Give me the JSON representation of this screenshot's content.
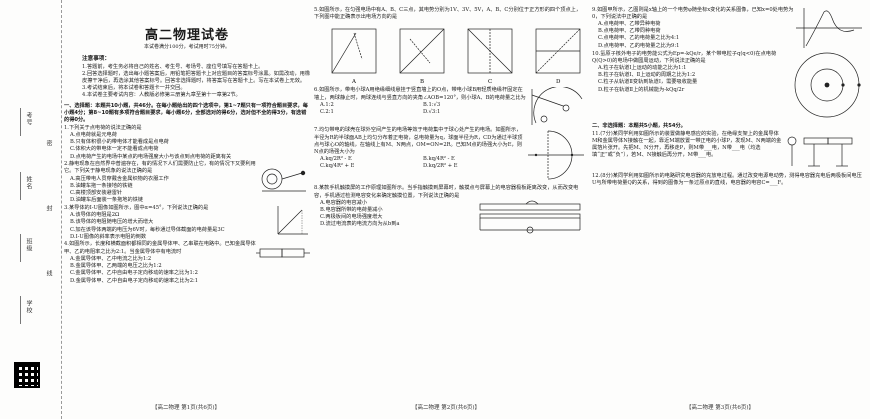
{
  "binding": {
    "labels": [
      "考号",
      "姓名",
      "班级",
      "学校"
    ],
    "marks": [
      "密",
      "封",
      "线"
    ]
  },
  "col1": {
    "title": "高二物理试卷",
    "subtitle": "本试卷满分100分，考试用时75分钟。",
    "notes_head": "注意事项：",
    "notes": [
      "1.答题前，考生务必将自己的姓名、考生号、考场号、座位号填写在答题卡上。",
      "2.回答选择题时，选出每小题答案后，用铅笔把答题卡上对应题目的答案标号涂黑。如需改动，用橡皮擦干净后，再选涂其他答案标号。回答非选择题时，将答案写在答题卡上。写在本试卷上无效。",
      "3.考试结束后，将本试卷和答题卡一并交回。",
      "4.本试卷主要考试内容：人教版必修第三册第九章至第十一章第2节。"
    ],
    "sec1": "一、选择题：本题共10小题，共46分。在每小题给出的四个选项中，第1~7题只有一项符合题目要求，每小题4分；第8~10题有多项符合题目要求，每小题6分，全部选对的得6分，选对但不全的得3分，有选错的得0分。",
    "q1": "1.下列关于点电荷的说法正确的是",
    "q1_opts": [
      "A.点电荷就是元电荷",
      "B.只有体积很小的带电体才能看成是点电荷",
      "C.体积大的带电体一定不能看成点电荷",
      "D.点电荷产生的电场中某点的电场强度大小与该点到点电荷的距离有关"
    ],
    "q2": "2.静电现象在自然界中普遍存在，有的情况下人们需要防止它，有的情况下又要利用它。下列关于静电现象的说法正确的是",
    "q2_opts": [
      "A.高压带电人员穿戴含金属织物的衣服工作",
      "B.油罐车拖一条接地的铁链",
      "C.高楼顶部安装避雷针",
      "D.油罐车后面装一条拖地的铁链"
    ],
    "q3": "3.某导体的I-U图像如图所示，图中α=45°，下列说法正确的是",
    "q3_opts": [
      "A.该导体的电阻是2Ω",
      "B.该导体的电阻随电压的增大而增大",
      "C.加在该导体两端的电压为6V时，每秒通过导体截面的电荷量是3C",
      "D.I-U图像的斜率表示电阻的倒数"
    ],
    "q4": "4.如图所示，长度和横截面积都相同的金属导体甲、乙串联在电路中。已知金属导体甲、乙的电阻率之比为2:1。当金属导体中有电流时",
    "q4_opts": [
      "A.金属导体甲、乙中电流之比为1:2",
      "B.金属导体甲、乙两端的电压之比为1:2",
      "C.金属导体甲、乙中自由电子定向移动的速率之比为1:2",
      "D.金属导体甲、乙中自由电子定向移动的速率之比为2:1"
    ],
    "footer": "【高二物理 第1页(共6页)】"
  },
  "col2": {
    "q5": "5.如图所示，在匀强电场中有A、B、C三点，其电势分别为1V、3V、5V，A、B、C分别位于正方形的四个顶点上，下列图中能正确表示出电场方向的是",
    "q5_labels": [
      "A",
      "B",
      "C",
      "D"
    ],
    "q6": "6.如图所示，带电小球A用绝缘细线悬挂于竖直墙上的O点，带电小球B用轻质绝缘杆固定在墙上，两球静止时，两球连线与竖直方向的夹角∠AOB=120°，则小球A、B的电荷量之比为",
    "q6_opts": [
      "A.1:2",
      "B.1:√3",
      "C.2:1",
      "D.√3:1"
    ],
    "q7": "7.均匀带电的球壳在球外空间产生的电场等效于电荷集中于球心处产生的电场。如图所示，半径为R的半球面AB上均匀分布着正电荷，总电荷量为q，球面半径为R，CD为通过半球顶点与球心O的轴线，在轴线上有M、N两点，OM=ON=2R。已知M点的场强大小为E，则N点的场强大小为",
    "q7_opts": [
      "A.kq/2R² - E",
      "B.kq/4R² - E",
      "C.kq/4R² + E",
      "D.kq/2R² + E"
    ],
    "q8": "8.某款手机触摸屏的工作原理如图所示。当手指触摸到屏幕时，触摸点与屏幕上的电容器极板距离改变，从而改变电容，手机通过检测电容变化来确定触摸位置，下列说法正确的是",
    "q8_opts": [
      "A.电容器的电容减小",
      "B.电容器所带的电荷量减小",
      "C.两极板间的电场强度增大",
      "D.流过电流表的电流方向为从b到a"
    ],
    "footer": "【高二物理 第2页(共6页)】"
  },
  "col3": {
    "q9": "9.如图甲所示，乙图则是x轴上的一个电势φ随坐标x变化的关系图像，已知x=0处电势为0，下列说法中正确的是",
    "q9_opts": [
      "A.点电荷甲、乙带异种电荷",
      "B.点电荷甲、乙带同种电荷",
      "C.点电荷甲、乙的电荷量之比为4:1",
      "D.点电荷甲、乙的电荷量之比为9:1"
    ],
    "q10": "10.氢原子核外电子的电势能公式为Ep=-kQe/r，某个带电粒子q(q<0)在点电荷Q(Q>0)的电场中做圆周运动，下列说法正确的是",
    "q10_opts": [
      "A.粒子在轨道Ⅰ上运动的动能之比为1:1",
      "B.粒子在轨道Ⅰ、Ⅱ上运动的周期之比为1:2",
      "C.粒子从轨道Ⅱ变轨到轨道Ⅰ，需要吸收能量",
      "D.粒子在轨道Ⅱ上的机械能为-kQq/2r"
    ],
    "sec2": "二、非选择题：本题共5小题，共54分。",
    "q11": "11.(7分)某同学利用如图所示的装置做静电感应的实验，在绝缘支架上的金属导体M和金属导体N接触在一起，靠近M端放置一带正电的小球P，发现M、N两端的金属箔片张开。先把M、N分开，再移走P，则M带___电，N带___电（均选填“正”或“负”），若M、N接触后再分开，M带___电。",
    "q12": "12.(8分)某同学利用如图所示的电路研究电容器的充放电过程。通过改变电源电动势，测得电容器充电后两极板间电压U与所带电荷量Q的关系，得到的图像为一条过原点的直线，电容器的电容C=___F。",
    "footer": "【高二物理 第3页(共6页)】"
  }
}
